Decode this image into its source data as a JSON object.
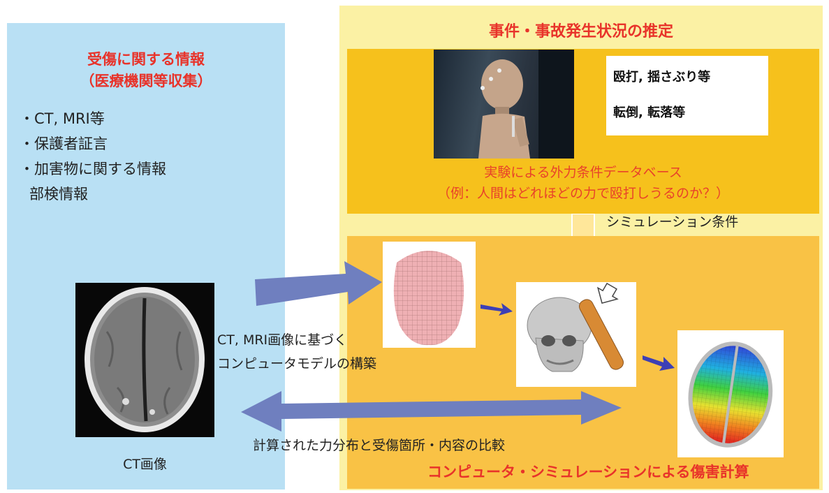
{
  "left_panel": {
    "title_line1": "受傷に関する情報",
    "title_line2": "（医療機関等収集）",
    "items": [
      "・CT, MRI等",
      "・保護者証言",
      "・加害物に関する情報",
      "  部検情報"
    ]
  },
  "right_panel": {
    "title": "事件・事故発生状況の推定",
    "card_lines": [
      "殴打, 揺さぶり等",
      "転倒, 転落等"
    ],
    "database_label": "実験による外力条件データベース",
    "database_example": "（例：人間はどれほどの力で殴打しうるのか？）",
    "simulation_conditions": "シミュレーション条件",
    "bottom_title": "コンピュータ・シミュレーションによる傷害計算"
  },
  "center": {
    "model_caption_line1": "CT, MRI画像に基づく",
    "model_caption_line2": "コンピュータモデルの構築",
    "compare_caption": "計算された力分布と受傷箇所・内容の比較",
    "ct_caption": "CT画像"
  },
  "colors": {
    "left_bg": "#b9e0f4",
    "right_outer_bg": "#fbf1a4",
    "top_box_bg": "#f6c11c",
    "bottom_box_bg": "#f9c245",
    "title_red": "#e8332a",
    "arrow_blue": "#6f7fbf"
  }
}
